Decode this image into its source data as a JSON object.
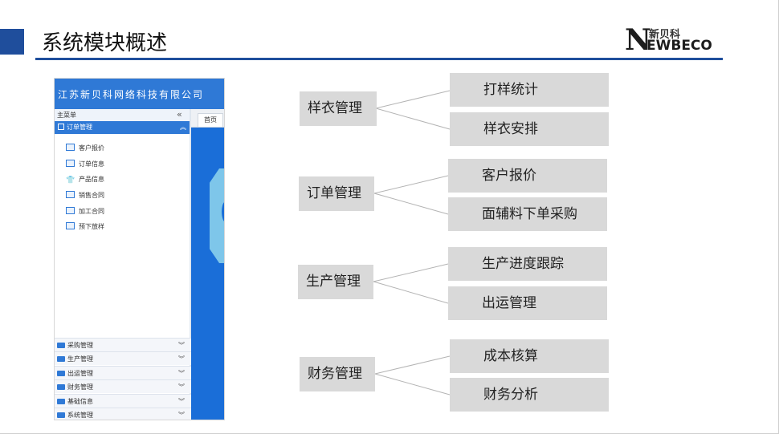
{
  "page": {
    "title": "系统模块概述"
  },
  "logo": {
    "mark": "N",
    "cn": "新贝科",
    "en": "EWBECO"
  },
  "app": {
    "company": "江苏新贝科网络科技有限公司",
    "menu_header": "主菜单",
    "collapse_glyph": "«",
    "active_menu": "订单管理",
    "active_chevron": "︽",
    "sub_items": [
      {
        "label": "客户报价",
        "icon": "quote-icon"
      },
      {
        "label": "订单信息",
        "icon": "order-edit-icon"
      },
      {
        "label": "产品信息",
        "icon": "shirt-icon"
      },
      {
        "label": "销售合同",
        "icon": "contract-icon"
      },
      {
        "label": "加工合同",
        "icon": "process-contract-icon"
      },
      {
        "label": "预下放样",
        "icon": "sample-icon"
      }
    ],
    "tab": "首页",
    "bottom_menus": [
      {
        "label": "采购管理",
        "icon": "purchase-icon"
      },
      {
        "label": "生产管理",
        "icon": "factory-icon"
      },
      {
        "label": "出运管理",
        "icon": "truck-icon"
      },
      {
        "label": "财务管理",
        "icon": "finance-icon"
      },
      {
        "label": "基础信息",
        "icon": "database-icon"
      },
      {
        "label": "系统管理",
        "icon": "org-chart-icon"
      }
    ],
    "expand_glyph": "︾",
    "colors": {
      "primary": "#2f79d6",
      "main_bg": "#1a6ed8",
      "shape": "#7ec6ea"
    }
  },
  "diagram": {
    "groups": [
      {
        "parent": "样衣管理",
        "children": [
          "打样统计",
          "样衣安排"
        ]
      },
      {
        "parent": "订单管理",
        "children": [
          "客户报价",
          "面辅料下单采购"
        ]
      },
      {
        "parent": "生产管理",
        "children": [
          "生产进度跟踪",
          "出运管理"
        ]
      },
      {
        "parent": "财务管理",
        "children": [
          "成本核算",
          "财务分析"
        ]
      }
    ],
    "box_color": "#d9d9d9",
    "accent_color": "#1f4e9c"
  }
}
